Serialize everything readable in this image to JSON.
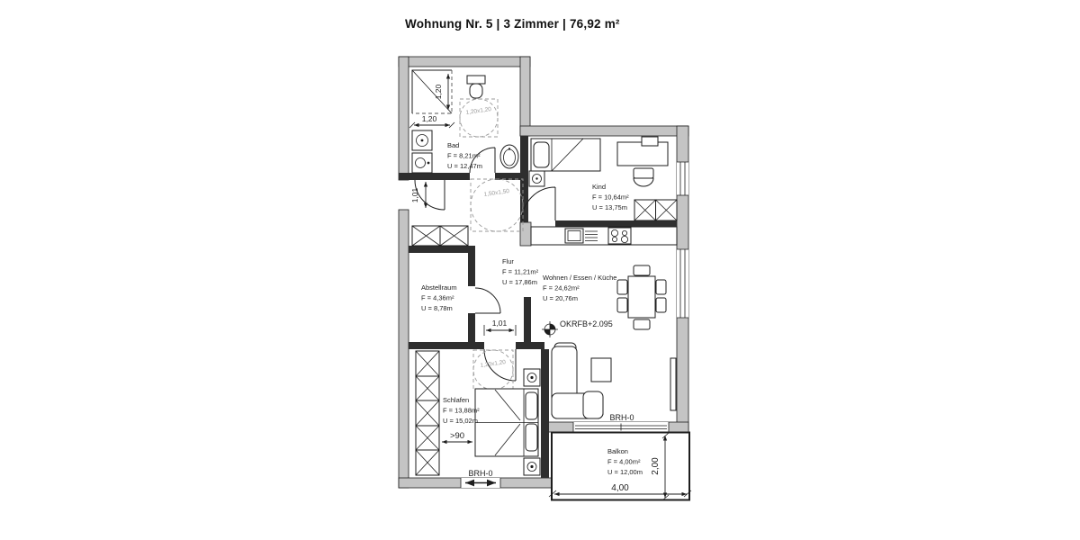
{
  "title": "Wohnung Nr. 5 | 3 Zimmer | 76,92 m²",
  "rooms": {
    "bad": {
      "name": "Bad",
      "area": "F = 8,21m²",
      "perimeter": "U = 12,47m"
    },
    "kind": {
      "name": "Kind",
      "area": "F = 10,64m²",
      "perimeter": "U = 13,75m"
    },
    "flur": {
      "name": "Flur",
      "area": "F = 11,21m²",
      "perimeter": "U = 17,86m"
    },
    "abstellraum": {
      "name": "Abstellraum",
      "area": "F = 4,36m²",
      "perimeter": "U = 8,78m"
    },
    "wohnen": {
      "name": "Wohnen / Essen / Küche",
      "area": "F = 24,62m²",
      "perimeter": "U = 20,76m"
    },
    "schlafen": {
      "name": "Schlafen",
      "area": "F = 13,88m²",
      "perimeter": "U = 15,02m"
    },
    "balkon": {
      "name": "Balkon",
      "area": "F = 4,00m²",
      "perimeter": "U = 12,00m"
    }
  },
  "dimensions": {
    "shower_width": "1,20",
    "shower_depth": "1,20",
    "bad_turning_circle": "1,20x1,20",
    "flur_turning_circle": "1,50x1,50",
    "entry_door_width": "1,01",
    "schlafen_door_width": "1,01",
    "schlafen_turning_circle": "1,20x1,20",
    "schlafen_clearance": ">90",
    "balkon_width": "4,00",
    "balkon_depth": "2,00"
  },
  "annotations": {
    "window_sill_schlafen": "BRH-0",
    "window_sill_wohnen": "BRH-0",
    "floor_level": "OKRFB+2.095"
  },
  "colors": {
    "wall_fill": "#c4c4c4",
    "line": "#1d1d1d",
    "guide": "#9a9a9a"
  }
}
